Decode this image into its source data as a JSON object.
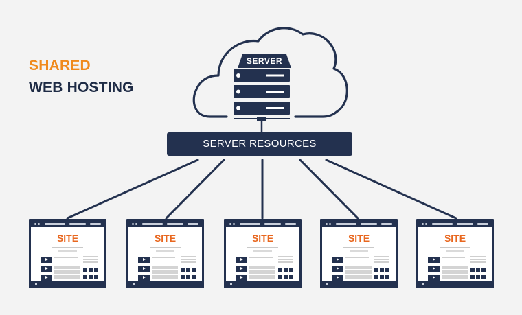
{
  "heading": {
    "line1": "SHARED",
    "line2": "WEB HOSTING"
  },
  "server": {
    "label": "SERVER"
  },
  "resources": {
    "label": "SERVER RESOURCES"
  },
  "sites": [
    {
      "label": "SITE"
    },
    {
      "label": "SITE"
    },
    {
      "label": "SITE"
    },
    {
      "label": "SITE"
    },
    {
      "label": "SITE"
    }
  ],
  "colors": {
    "background": "#f3f3f3",
    "navy": "#23314f",
    "heading_orange": "#f08a1c",
    "site_orange": "#e8671f",
    "heading_navy": "#1e2b45"
  },
  "icons": {
    "cloud": "cloud-icon",
    "server_rack": "server-rack-icon",
    "play_button": "play-icon",
    "grid": "grid-icon"
  }
}
